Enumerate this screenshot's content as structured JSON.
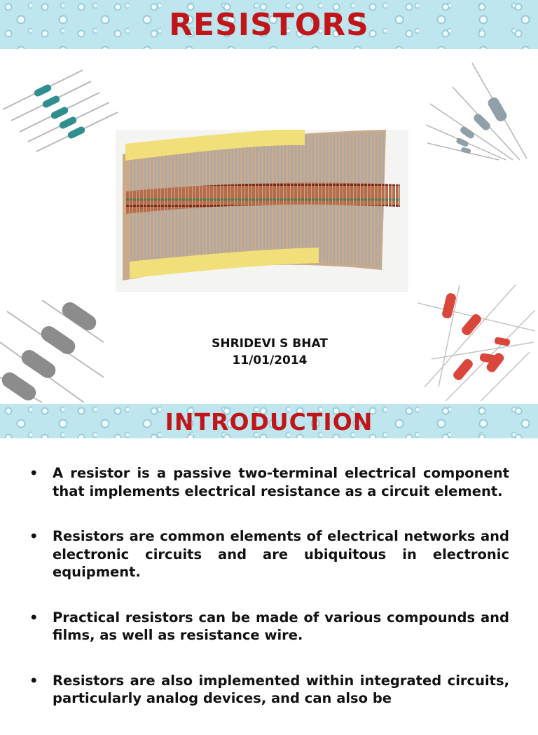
{
  "slide1": {
    "title": "RESISTORS",
    "author": "SHRIDEVI S BHAT",
    "date": "11/01/2014"
  },
  "slide2": {
    "title": "INTRODUCTION",
    "bullet_symbol": "•",
    "bullets": [
      "A resistor is a passive two-terminal electrical component that implements electrical resistance as a circuit element.",
      "Resistors are common elements of electrical networks and electronic circuits and are ubiquitous in electronic equipment.",
      "Practical resistors can be made of various compounds and films, as well as resistance wire.",
      "Resistors are also implemented within integrated circuits, particularly analog devices, and can also be"
    ]
  },
  "colors": {
    "title_red": "#c0161a",
    "banner_water": "#bfe6ee",
    "resistor_teal": "#2f8f8f",
    "resistor_tan": "#c9855a",
    "resistor_grey": "#8c8c8c",
    "resistor_red": "#d9473c",
    "tape_yellow": "#f1e07a"
  }
}
